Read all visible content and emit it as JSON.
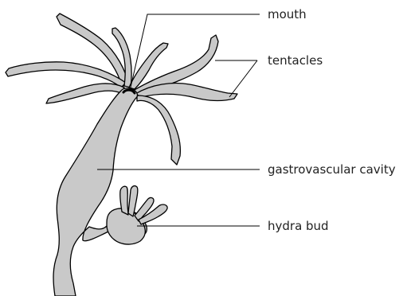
{
  "labels": {
    "mouth": "mouth",
    "tentacles": "tentacles",
    "gastrovascular_cavity": "gastrovascular cavity",
    "hydra_bud": "hydra bud"
  },
  "colors": {
    "body_fill": "#c9c9c9",
    "outline": "#000000",
    "label_text": "#222222"
  }
}
